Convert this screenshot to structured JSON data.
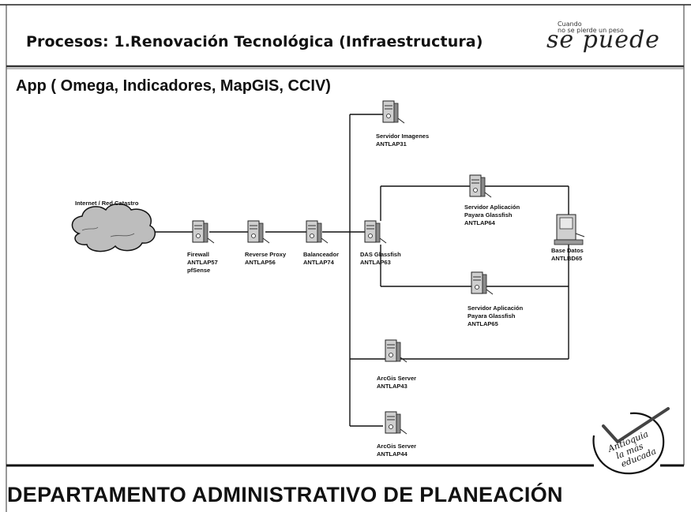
{
  "header": {
    "title": "Procesos: 1.Renovación Tecnológica (Infraestructura)",
    "logo_small": "Cuando\nno se pierde un peso",
    "logo_script": "se puede"
  },
  "subtitle": "App ( Omega, Indicadores, MapGIS, CCIV)",
  "diagram": {
    "internet_label": "Internet / Red Catastro",
    "nodes": {
      "firewall": [
        "Firewall",
        "ANTLAP57",
        "pfSense"
      ],
      "proxy": [
        "Reverse Proxy",
        "ANTLAP56"
      ],
      "balanceador": [
        "Balanceador",
        "ANTLAP74"
      ],
      "das": [
        "DAS Glassfish",
        "ANTLAP63"
      ],
      "imagenes": [
        "Servidor Imagenes",
        "ANTLAP31"
      ],
      "app1": [
        "Servidor Aplicación",
        "Payara Glassfish",
        "ANTLAP64"
      ],
      "app2": [
        "Servidor Aplicación",
        "Payara Glassfish",
        "ANTLAP65"
      ],
      "arcgis1": [
        "ArcGis Server",
        "ANTLAP43"
      ],
      "arcgis2": [
        "ArcGis Server",
        "ANTLAP44"
      ],
      "bd": [
        "Base Datos",
        "ANTLBD65"
      ]
    }
  },
  "badge": [
    "Antioquia",
    "la más",
    "educada"
  ],
  "footer": {
    "title": "DEPARTAMENTO ADMINISTRATIVO DE PLANEACIÓN"
  }
}
